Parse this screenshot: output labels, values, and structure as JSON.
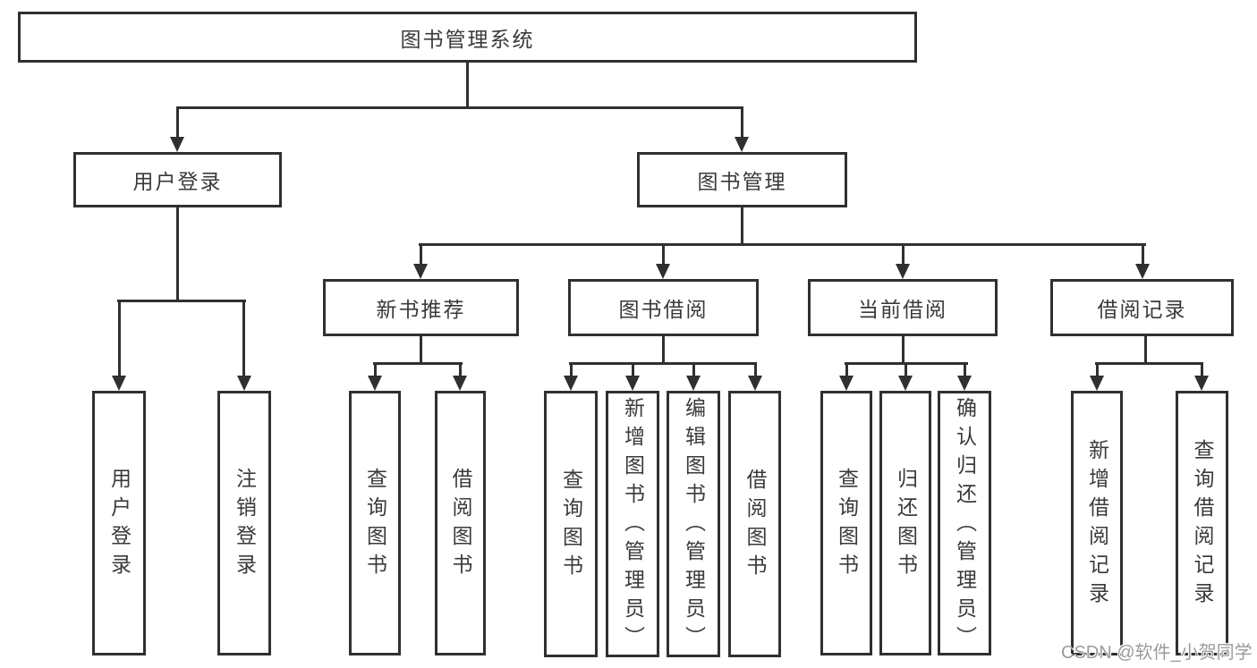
{
  "diagram_title": "图书管理系统",
  "tree": {
    "label": "图书管理系统",
    "children": [
      {
        "label": "用户登录",
        "children": [
          {
            "label": "用户登录"
          },
          {
            "label": "注销登录"
          }
        ]
      },
      {
        "label": "图书管理",
        "children": [
          {
            "label": "新书推荐",
            "children": [
              {
                "label": "查询图书"
              },
              {
                "label": "借阅图书"
              }
            ]
          },
          {
            "label": "图书借阅",
            "children": [
              {
                "label": "查询图书"
              },
              {
                "label": "新增图书（管理员）"
              },
              {
                "label": "编辑图书（管理员）"
              },
              {
                "label": "借阅图书"
              }
            ]
          },
          {
            "label": "当前借阅",
            "children": [
              {
                "label": "查询图书"
              },
              {
                "label": "归还图书"
              },
              {
                "label": "确认归还（管理员）"
              }
            ]
          },
          {
            "label": "借阅记录",
            "children": [
              {
                "label": "新增借阅记录"
              },
              {
                "label": "查询借阅记录"
              }
            ]
          }
        ]
      }
    ]
  },
  "watermark": "CSDN @软件_小贺同学",
  "colors": {
    "line": "#303030",
    "text": "#3a3a3a",
    "watermark": "#9b9b9b",
    "background": "#ffffff"
  }
}
